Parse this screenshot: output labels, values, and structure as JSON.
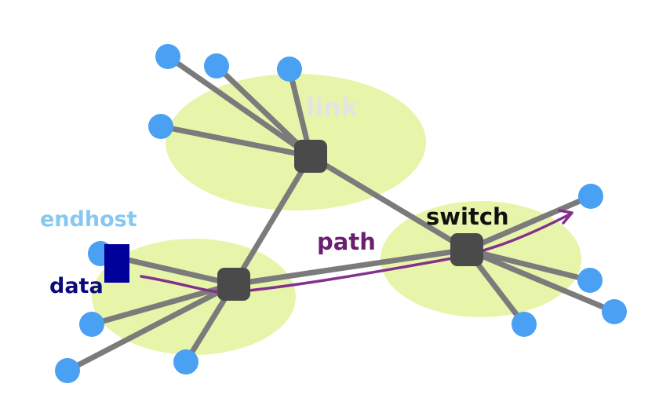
{
  "labels": {
    "link": "link",
    "switch": "switch",
    "path": "path",
    "endhost": "endhost",
    "data": "data"
  },
  "colors": {
    "background": "#ffffff",
    "region_fill": "#e6f5a9",
    "edge": "#7b7b7b",
    "switch_node": "#4a4a4a",
    "endhost_node": "#4aa0f3",
    "path_arrow": "#84308c",
    "data_packet": "#00009a",
    "label_link": "#e4e4e4",
    "label_switch": "#111111",
    "label_path": "#6b1f6f",
    "label_endhost": "#86c8f2",
    "label_data": "#0a0a7a"
  },
  "icons": {
    "switch": "rounded-square",
    "endhost": "circle",
    "data": "rectangle"
  }
}
